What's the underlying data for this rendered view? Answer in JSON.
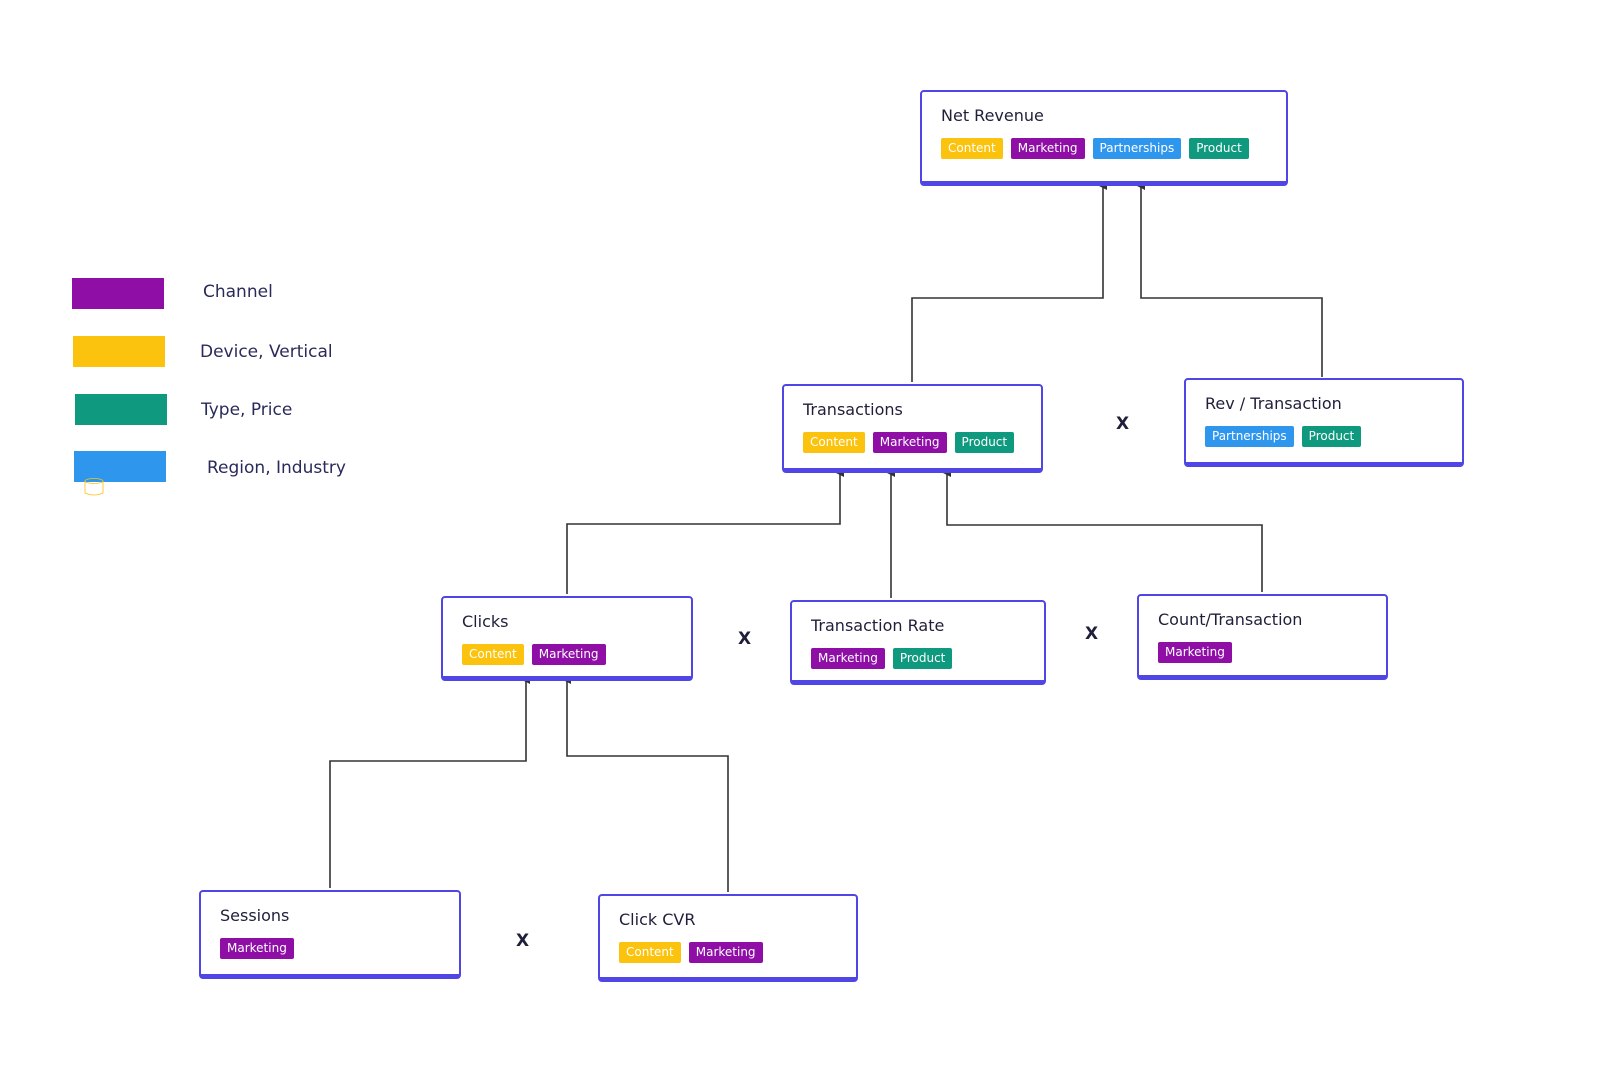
{
  "colors": {
    "node_border": "#4f46e5",
    "connector": "#333333",
    "tag_content": "#fbc20e",
    "tag_marketing": "#8e0ea6",
    "tag_partnerships": "#2f96ee",
    "tag_product": "#0f9a7f"
  },
  "legend": [
    {
      "label": "Channel",
      "color": "#8e0ea6"
    },
    {
      "label": "Device, Vertical",
      "color": "#fbc20e"
    },
    {
      "label": "Type, Price",
      "color": "#0f9a7f"
    },
    {
      "label": "Region, Industry",
      "color": "#2f96ee"
    }
  ],
  "legend_icon": "database-icon",
  "nodes": {
    "net_revenue": {
      "title": "Net Revenue",
      "tags": [
        "Content",
        "Marketing",
        "Partnerships",
        "Product"
      ]
    },
    "transactions": {
      "title": "Transactions",
      "tags": [
        "Content",
        "Marketing",
        "Product"
      ]
    },
    "rev_transaction": {
      "title": "Rev / Transaction",
      "tags": [
        "Partnerships",
        "Product"
      ]
    },
    "clicks": {
      "title": "Clicks",
      "tags": [
        "Content",
        "Marketing"
      ]
    },
    "transaction_rate": {
      "title": "Transaction Rate",
      "tags": [
        "Marketing",
        "Product"
      ]
    },
    "count_transaction": {
      "title": "Count/Transaction",
      "tags": [
        "Marketing"
      ]
    },
    "sessions": {
      "title": "Sessions",
      "tags": [
        "Marketing"
      ]
    },
    "click_cvr": {
      "title": "Click CVR",
      "tags": [
        "Content",
        "Marketing"
      ]
    }
  },
  "operators": {
    "tx_times_rev": "X",
    "clicks_times_rate": "X",
    "rate_times_count": "X",
    "sessions_times_cvr": "X"
  }
}
